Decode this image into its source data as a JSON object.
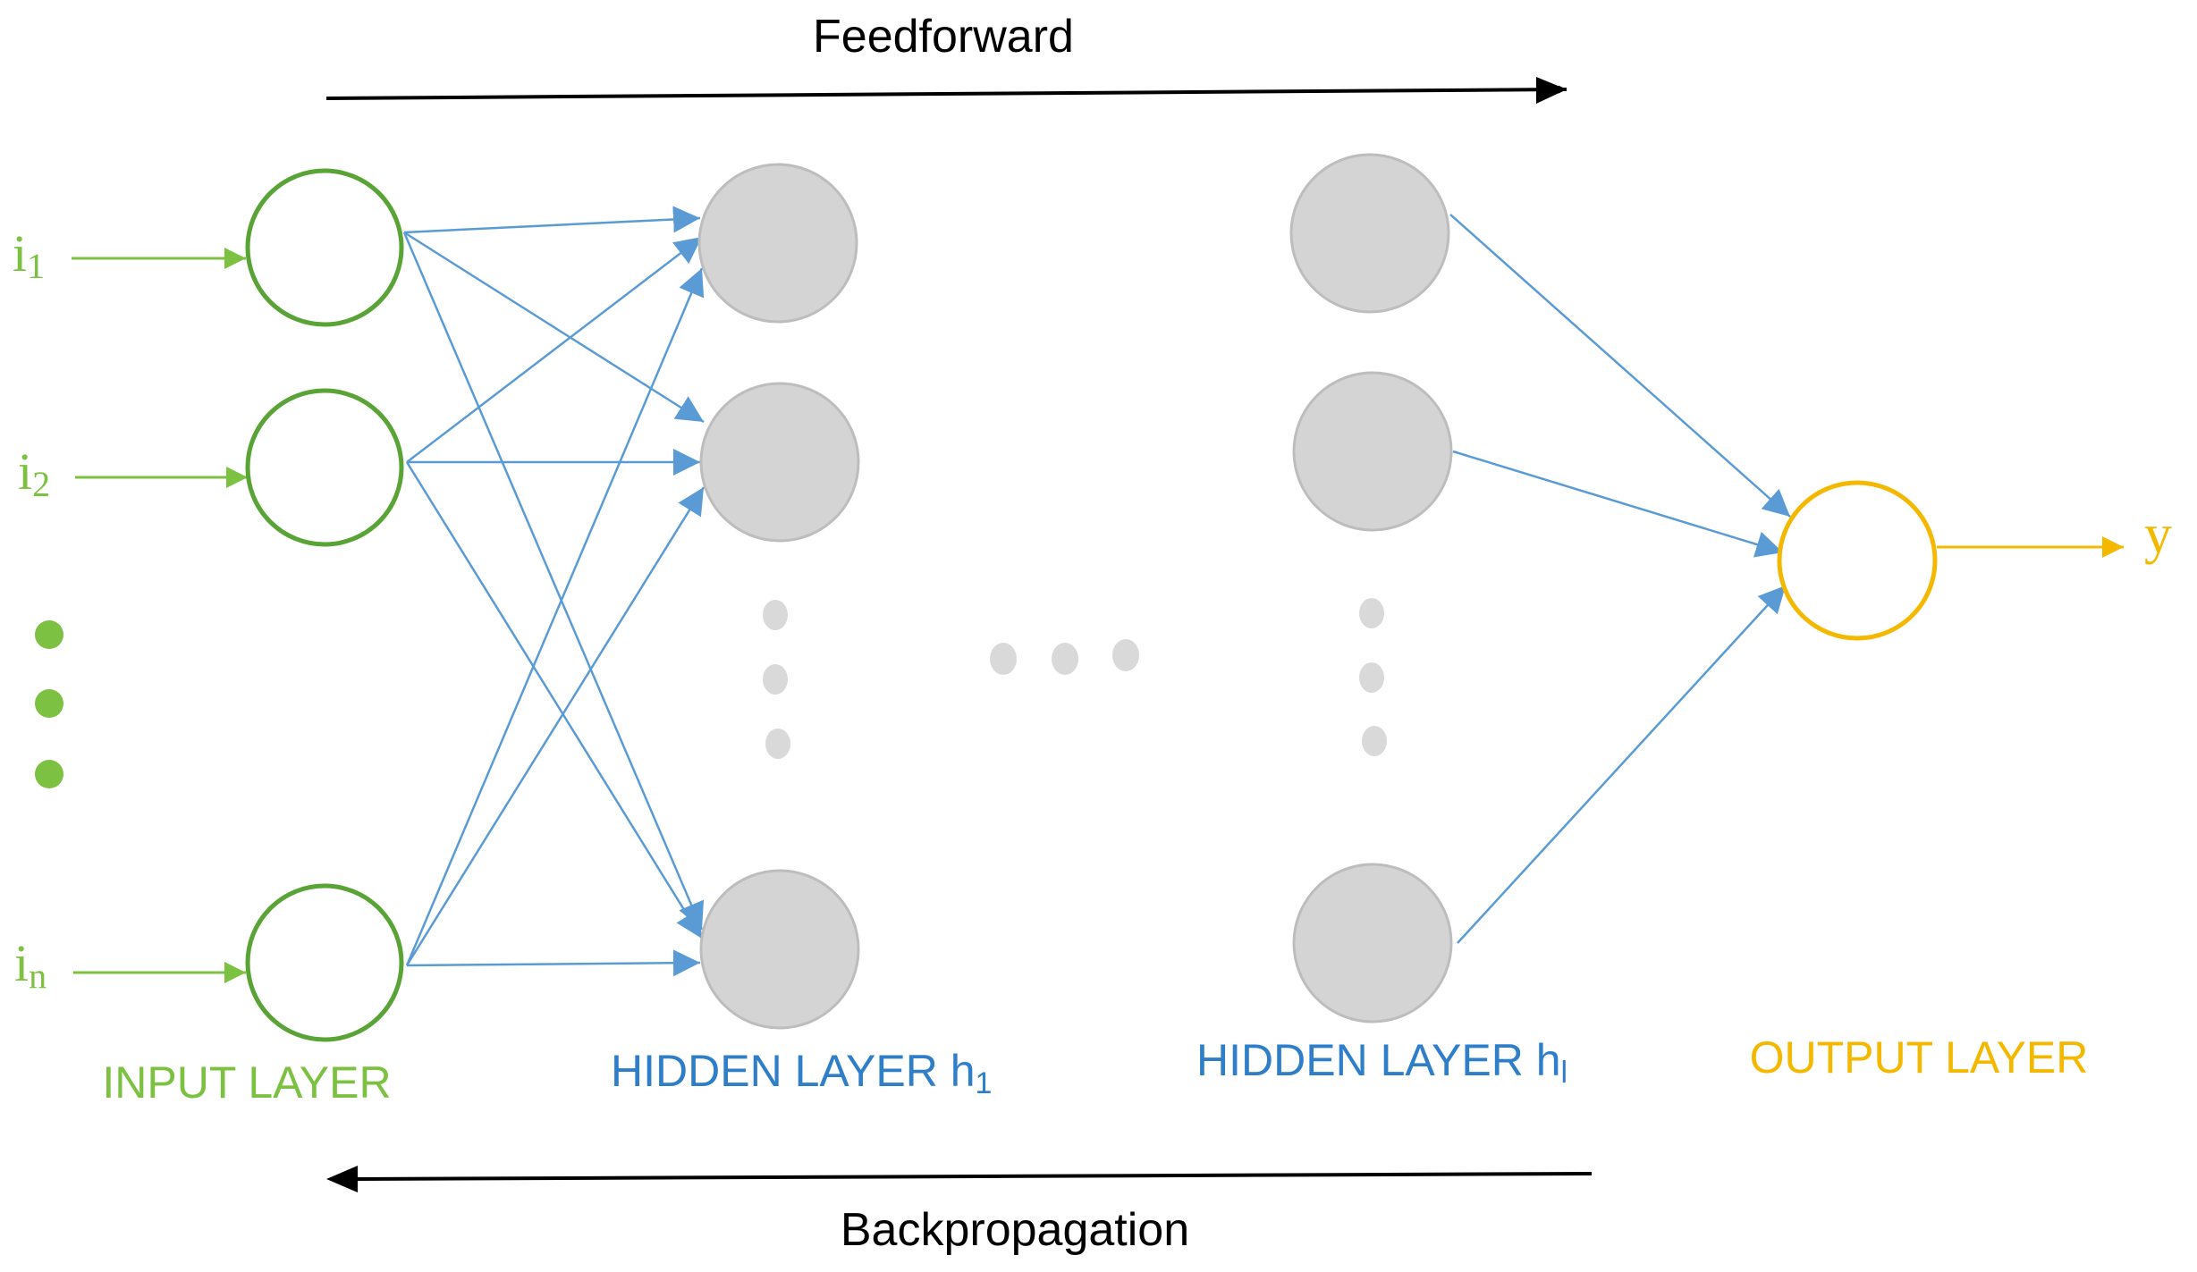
{
  "colors": {
    "input": "#7dc142",
    "input_dots": "#7dc142",
    "input_circle": "#5aa336",
    "hidden_fill": "#d4d4d4",
    "hidden_stroke": "#bdbdbd",
    "hidden_dots": "#d9d9d9",
    "edge": "#5b9bd5",
    "hidden_label": "#2e7ec9",
    "output": "#f5b800",
    "arrow": "#000000"
  },
  "flows": {
    "feedforward": "Feedforward",
    "backpropagation": "Backpropagation"
  },
  "inputs": {
    "i1": {
      "base": "i",
      "sub": "1"
    },
    "i2": {
      "base": "i",
      "sub": "2"
    },
    "in": {
      "base": "i",
      "sub": "n"
    }
  },
  "output": {
    "symbol": "y"
  },
  "layers": {
    "input": "INPUT LAYER",
    "hidden1": {
      "text": "HIDDEN LAYER h",
      "sub": "1"
    },
    "hiddenl": {
      "text": "HIDDEN LAYER h",
      "sub": "l"
    },
    "output": "OUTPUT LAYER"
  },
  "icons": {
    "input_node": "circle-outline",
    "hidden_node": "circle-filled",
    "output_node": "circle-outline",
    "ellipsis": "dots"
  }
}
